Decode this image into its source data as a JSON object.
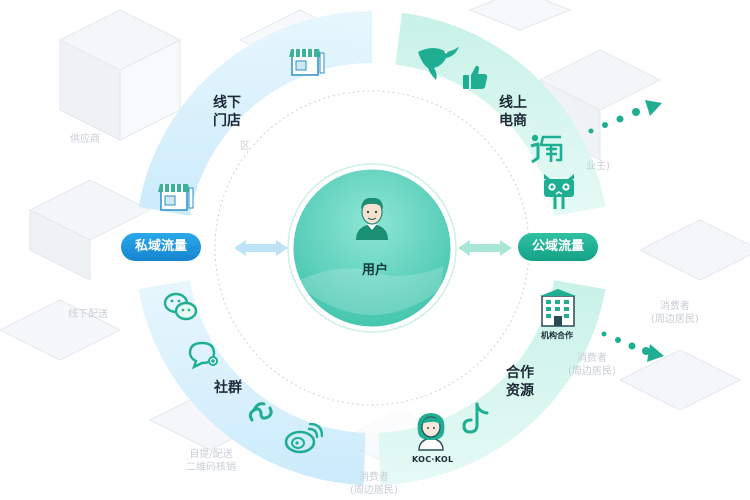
{
  "center": {
    "label": "用户"
  },
  "private_traffic": {
    "label": "私域流量",
    "segments": {
      "offline_store": "线下\n门店",
      "community": "社群"
    }
  },
  "public_traffic": {
    "label": "公域流量",
    "segments": {
      "online_ecommerce": "线上\n电商",
      "cooperation": "合作\n资源"
    },
    "icon_labels": {
      "institution": "机构合作",
      "koc_kol": "KOC·KOL"
    }
  },
  "background_labels": {
    "supplier": "供应商",
    "community_area": "区",
    "offline_delivery": "线下配送",
    "pickup_delivery": "自提/配送\n二维码核销",
    "consumer_bottom": "消费者\n(周边居民)",
    "consumer_right": "消费者\n(周边居民)",
    "consumer_mid_right": "消费者\n(周边居民)",
    "owner": "业主)"
  },
  "colors": {
    "private_blue": "#1a90d9",
    "public_green": "#1fae92",
    "ring_blue_light": "#d4eefc",
    "ring_green_light": "#d2f5ec",
    "center_teal": "#5cd2be"
  },
  "icons": [
    "store-icon",
    "wechat-icon",
    "message-icon",
    "mini-program-icon",
    "weibo-icon",
    "swallow-icon",
    "thumbs-up-icon",
    "taobao-icon",
    "tmall-icon",
    "building-icon",
    "tiktok-icon",
    "person-avatar-icon",
    "user-icon"
  ]
}
